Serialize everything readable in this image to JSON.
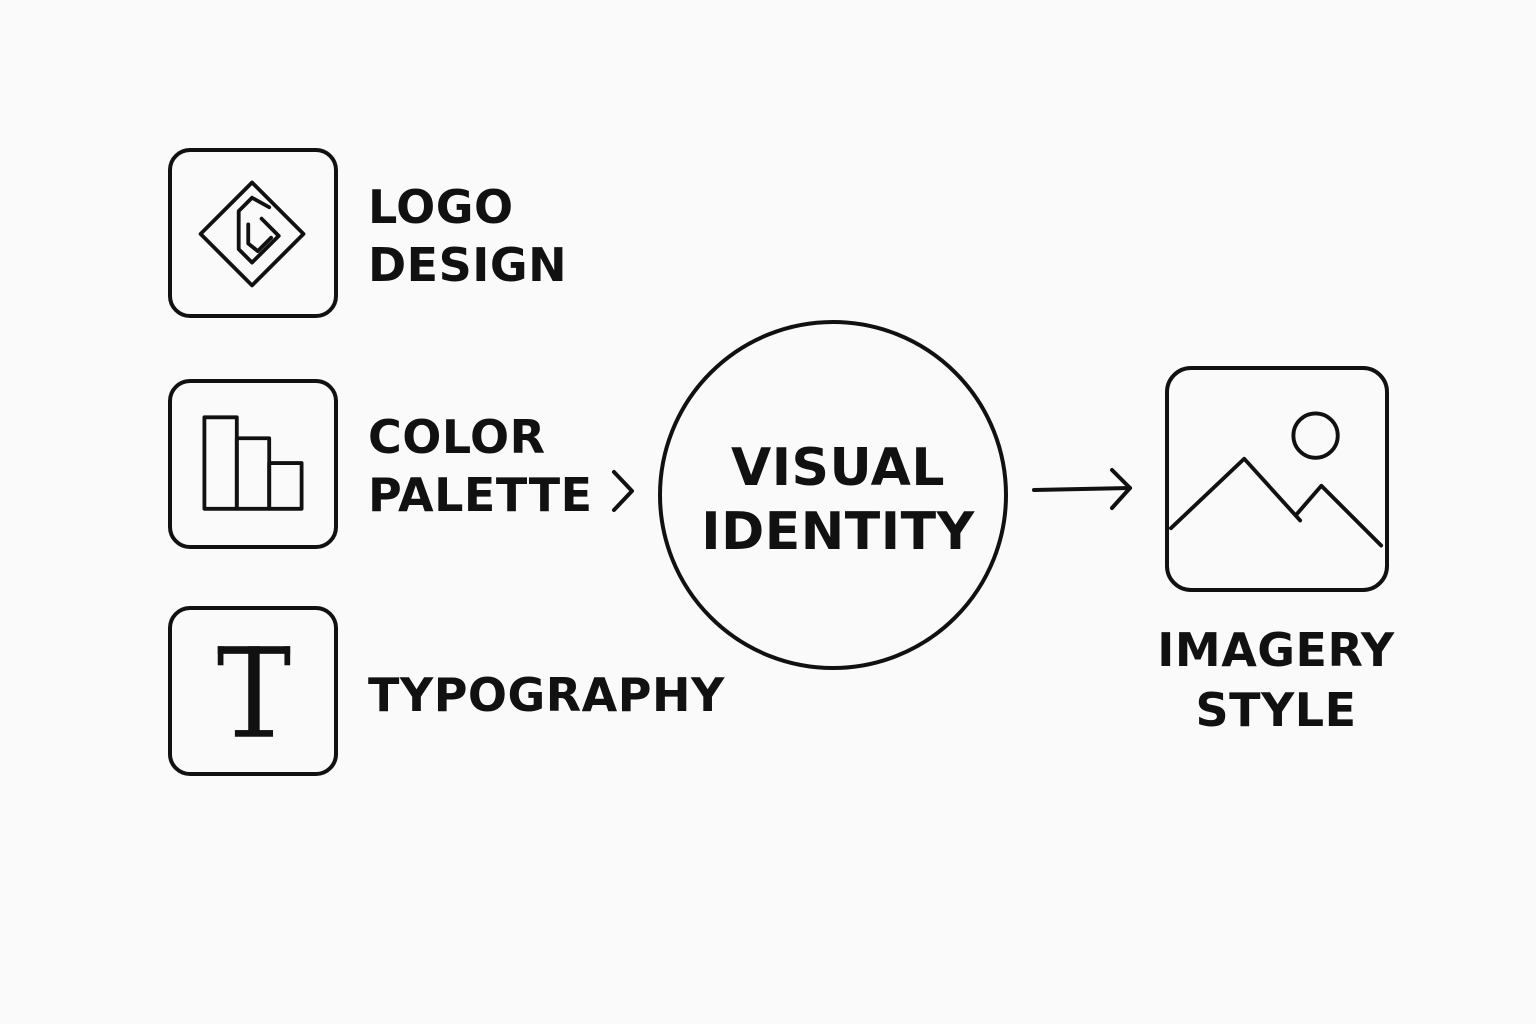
{
  "diagram": {
    "inputs": [
      {
        "lines": [
          "LOGO",
          "DESIGN"
        ],
        "icon": "logo-diamond-icon"
      },
      {
        "lines": [
          "COLOR",
          "PALETTE"
        ],
        "icon": "color-bars-icon"
      },
      {
        "lines": [
          "TYPOGRAPHY"
        ],
        "icon": "letter-t-icon"
      }
    ],
    "center": {
      "lines": [
        "VISUAL",
        "IDENTITY"
      ]
    },
    "output": {
      "lines": [
        "IMAGERY",
        "STYLE"
      ],
      "icon": "image-landscape-icon"
    },
    "connectors": {
      "into_center": "chevron-right-icon",
      "out_of_center": "arrow-right-icon"
    },
    "colors": {
      "background": "#fafafa",
      "stroke": "#111111"
    }
  }
}
